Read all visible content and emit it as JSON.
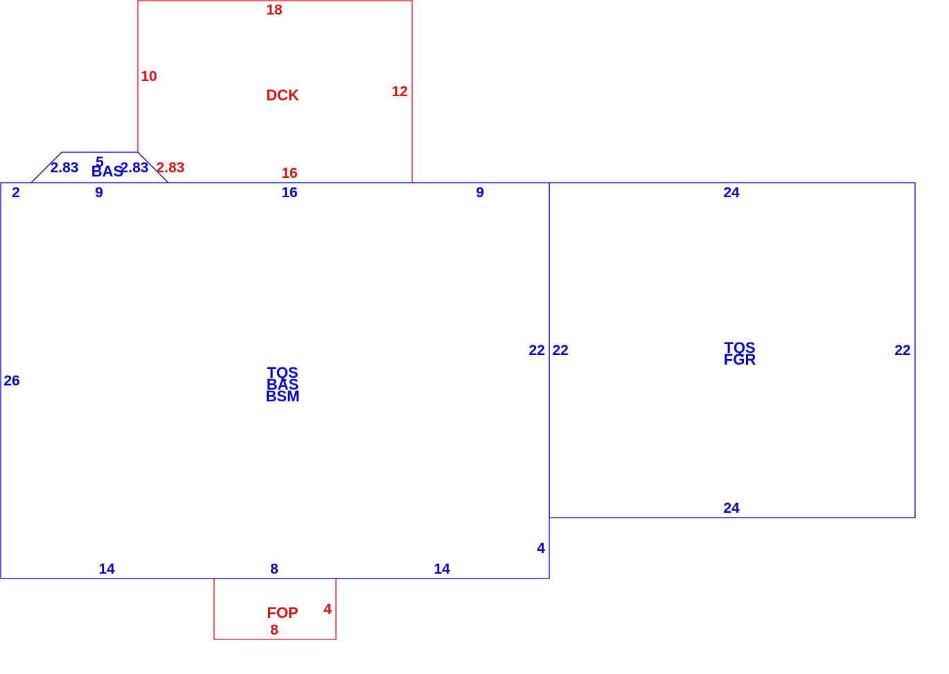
{
  "colors": {
    "main": "#0000cc",
    "secondary": "#dd1111"
  },
  "areas": {
    "main_codes": [
      "TQS",
      "BAS",
      "BSM"
    ],
    "garage_codes": [
      "TQS",
      "FGR"
    ],
    "bay_code": "BAS",
    "deck_code": "DCK",
    "porch_code": "FOP"
  },
  "dimensions": {
    "main_top_left": "2",
    "main_top_bay_left": "9",
    "main_top_mid": "16",
    "main_top_right": "9",
    "main_left": "26",
    "main_right": "22",
    "main_right_notch": "4",
    "main_bottom_left": "14",
    "main_bottom_mid": "8",
    "main_bottom_right": "14",
    "garage_top": "24",
    "garage_bottom": "24",
    "garage_left": "22",
    "garage_right": "22",
    "bay_top": "5",
    "bay_left_diag": "2.83",
    "bay_right_diag": "2.83",
    "deck_top": "18",
    "deck_left": "10",
    "deck_right": "12",
    "deck_bottom": "16",
    "deck_diag": "2.83",
    "porch_right": "4",
    "porch_bottom": "8"
  }
}
